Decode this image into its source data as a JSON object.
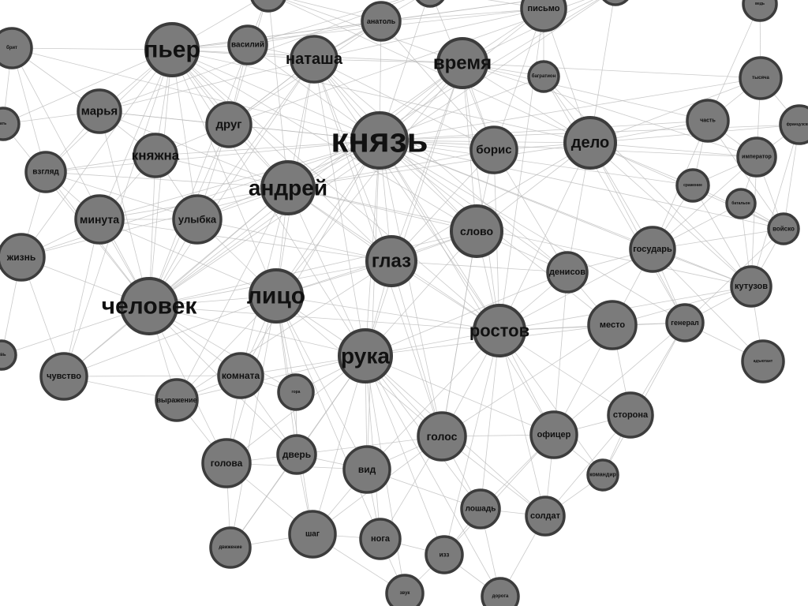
{
  "colors": {
    "background": "#ffffff",
    "edge": "#b8b8b8",
    "node_fill": "#7b7b7b",
    "node_stroke": "#3c3c3c",
    "label": "#111111"
  },
  "nodes": [
    {
      "id": "князь",
      "label": "князь"
    },
    {
      "id": "андрей",
      "label": "андрей"
    },
    {
      "id": "пьер",
      "label": "пьер"
    },
    {
      "id": "наташа",
      "label": "наташа"
    },
    {
      "id": "время",
      "label": "время"
    },
    {
      "id": "человек",
      "label": "человек"
    },
    {
      "id": "лицо",
      "label": "лицо"
    },
    {
      "id": "рука",
      "label": "рука"
    },
    {
      "id": "глаз",
      "label": "глаз"
    },
    {
      "id": "ростов",
      "label": "ростов"
    },
    {
      "id": "дело",
      "label": "дело"
    },
    {
      "id": "борис",
      "label": "борис"
    },
    {
      "id": "слово",
      "label": "слово"
    },
    {
      "id": "друг",
      "label": "друг"
    },
    {
      "id": "марья",
      "label": "марья"
    },
    {
      "id": "княжна",
      "label": "княжна"
    },
    {
      "id": "минута",
      "label": "минута"
    },
    {
      "id": "улыбка",
      "label": "улыбка"
    },
    {
      "id": "василий",
      "label": "василий"
    },
    {
      "id": "анатоль",
      "label": "анатоль"
    },
    {
      "id": "письмо",
      "label": "письмо"
    },
    {
      "id": "багратион",
      "label": "багратион"
    },
    {
      "id": "брит",
      "label": "брит"
    },
    {
      "id": "взгляд",
      "label": "взгляд"
    },
    {
      "id": "жизнь",
      "label": "жизнь"
    },
    {
      "id": "чувство",
      "label": "чувство"
    },
    {
      "id": "выражение",
      "label": "выражение"
    },
    {
      "id": "комната",
      "label": "комната"
    },
    {
      "id": "голова",
      "label": "голова"
    },
    {
      "id": "дверь",
      "label": "дверь"
    },
    {
      "id": "вид",
      "label": "вид"
    },
    {
      "id": "голос",
      "label": "голос"
    },
    {
      "id": "офицер",
      "label": "офицер"
    },
    {
      "id": "сторона",
      "label": "сторона"
    },
    {
      "id": "место",
      "label": "место"
    },
    {
      "id": "генерал",
      "label": "генерал"
    },
    {
      "id": "денисов",
      "label": "денисов"
    },
    {
      "id": "государь",
      "label": "государь"
    },
    {
      "id": "кутузов",
      "label": "кутузов"
    },
    {
      "id": "войско",
      "label": "войско"
    },
    {
      "id": "император",
      "label": "император"
    },
    {
      "id": "часть",
      "label": "часть"
    },
    {
      "id": "тысяча",
      "label": "тысяча"
    },
    {
      "id": "сражение",
      "label": "сражение"
    },
    {
      "id": "батальон",
      "label": "батальон"
    },
    {
      "id": "французский",
      "label": "французский"
    },
    {
      "id": "адъютант",
      "label": "адъютант"
    },
    {
      "id": "командир",
      "label": "командир"
    },
    {
      "id": "лошадь",
      "label": "лошадь"
    },
    {
      "id": "солдат",
      "label": "солдат"
    },
    {
      "id": "шаг",
      "label": "шаг"
    },
    {
      "id": "нога",
      "label": "нога"
    },
    {
      "id": "изз",
      "label": "изз"
    },
    {
      "id": "звук",
      "label": "звук"
    },
    {
      "id": "дорога",
      "label": "дорога"
    },
    {
      "id": "движение",
      "label": "движение"
    },
    {
      "id": "гора",
      "label": "гора"
    },
    {
      "id": "ать",
      "label": "ать"
    },
    {
      "id": "овь",
      "label": "овь"
    },
    {
      "id": "ведь",
      "label": "ведь"
    }
  ]
}
